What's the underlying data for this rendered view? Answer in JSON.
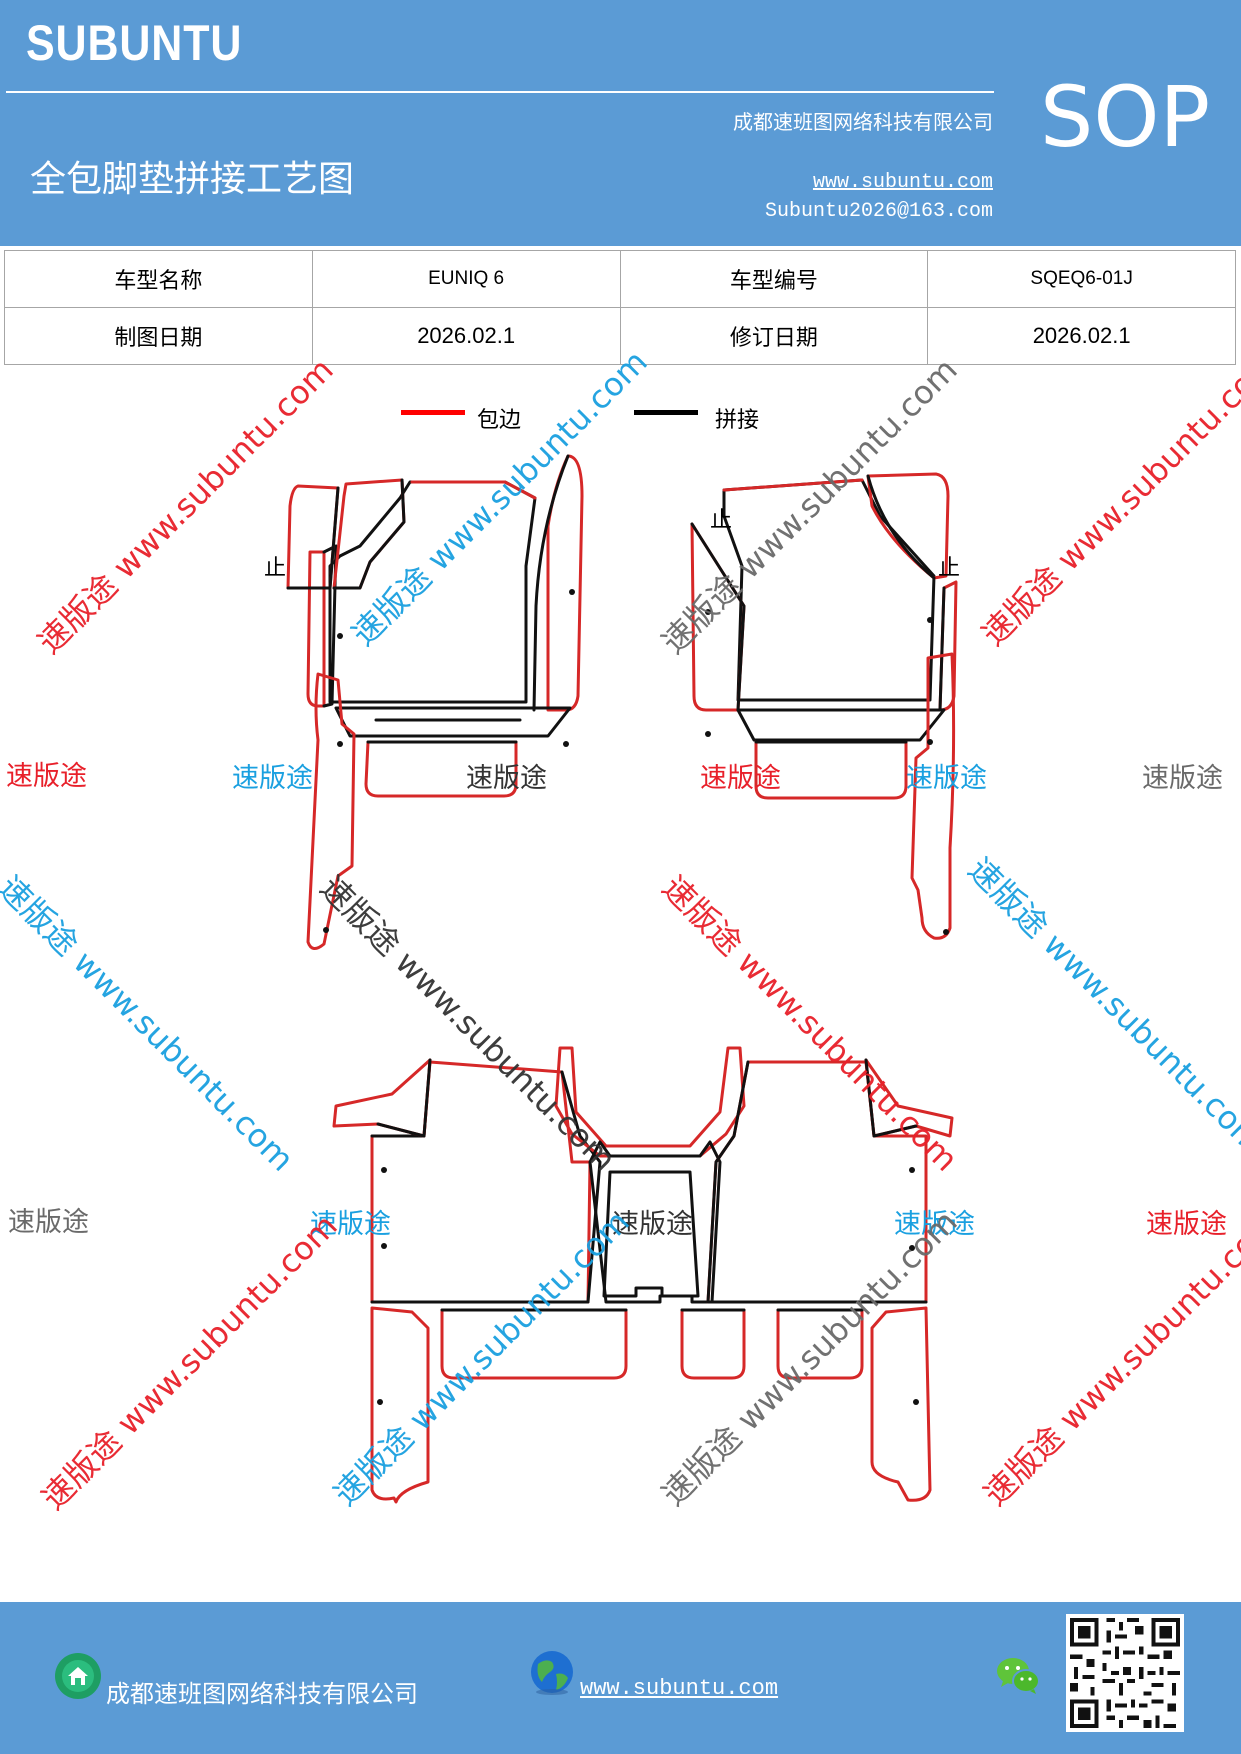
{
  "header": {
    "brand": "SUBUNTU",
    "company": "成都速班图网络科技有限公司",
    "title": "全包脚垫拼接工艺图",
    "url": "www.subuntu.com",
    "email": "Subuntu2026@163.com",
    "badge": "SOP"
  },
  "info": {
    "model_name_label": "车型名称",
    "model_name": "EUNIQ 6",
    "model_code_label": "车型编号",
    "model_code": "SQEQ6-01J",
    "draw_date_label": "制图日期",
    "draw_date": "2026.02.1",
    "revise_date_label": "修订日期",
    "revise_date": "2026.02.1"
  },
  "legend": {
    "edge_label": "包边",
    "edge_color": "#ff0000",
    "join_label": "拼接",
    "join_color": "#000000"
  },
  "diagram": {
    "stop_mark": "止",
    "watermark_brand": "速版途",
    "watermark_url": "www.subuntu.com",
    "watermark_combo": "速版途 www.subuntu.com"
  },
  "footer": {
    "company": "成都速班图网络科技有限公司",
    "url": "www.subuntu.com"
  },
  "icons": [
    "home-icon",
    "globe-icon",
    "wechat-icon",
    "qr-code"
  ]
}
